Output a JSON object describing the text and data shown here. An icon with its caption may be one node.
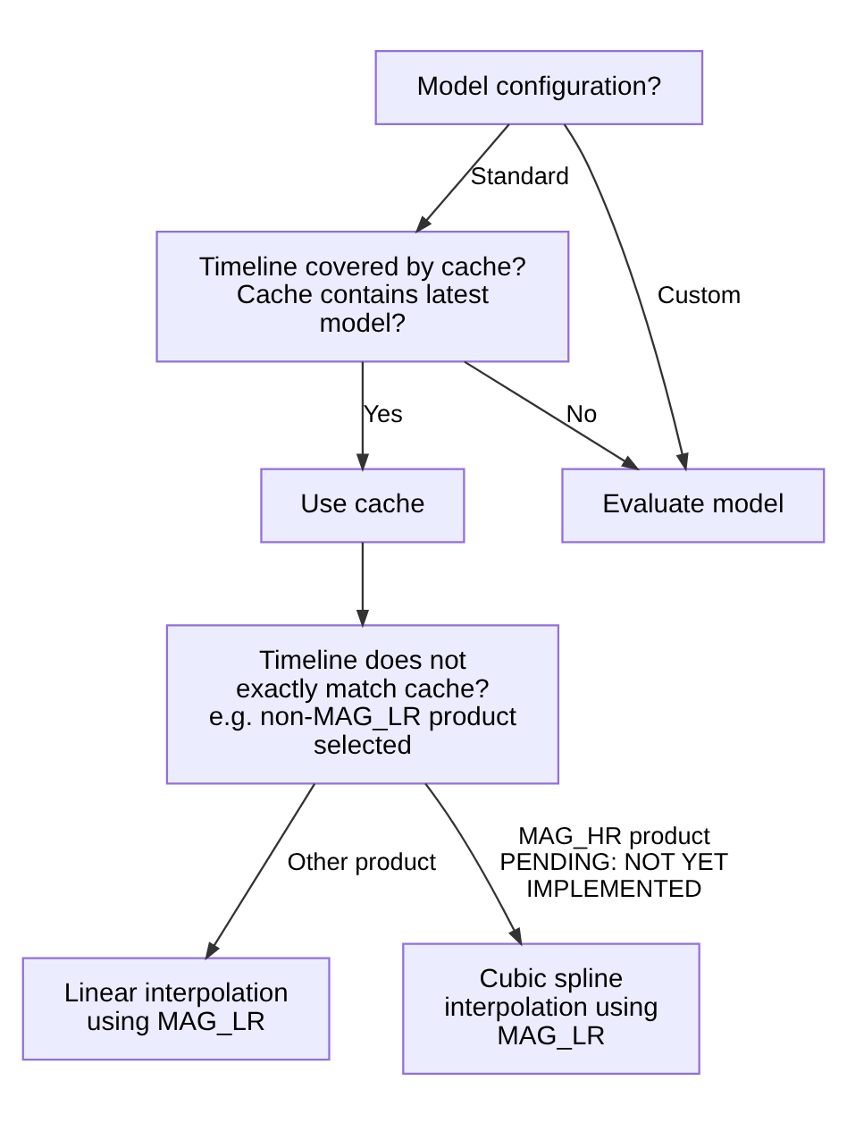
{
  "diagram": {
    "nodes": [
      {
        "text": [
          "Model configuration?"
        ]
      },
      {
        "text": [
          "Timeline covered by cache? Cache contains latest model?"
        ]
      },
      {
        "text": [
          "Evaluate model"
        ]
      },
      {
        "text": [
          "Use cache"
        ]
      },
      {
        "text": [
          "Timeline does not exactly match cache? e.g. non-MAG_LR product selected"
        ]
      },
      {
        "text": [
          "Linear interpolation using MAG_LR"
        ]
      },
      {
        "text": [
          "Cubic spline interpolation using MAG_LR"
        ]
      }
    ],
    "edges": [
      {
        "from": 0,
        "to": 2,
        "arrow": "to",
        "label": "Custom"
      },
      {
        "from": 0,
        "to": 1,
        "arrow": "to",
        "label": "Standard"
      },
      {
        "from": 1,
        "to": 2,
        "arrow": "to",
        "label": "No"
      },
      {
        "from": 1,
        "to": 3,
        "arrow": "to",
        "label": "Yes"
      },
      {
        "from": 3,
        "to": 4,
        "arrow": "to"
      },
      {
        "from": 4,
        "to": 5,
        "arrow": "to",
        "label": "Other product"
      },
      {
        "from": 4,
        "to": 6,
        "arrow": "to",
        "label": "MAG_HR product PENDING: NOT YET IMPLEMENTED"
      }
    ]
  }
}
